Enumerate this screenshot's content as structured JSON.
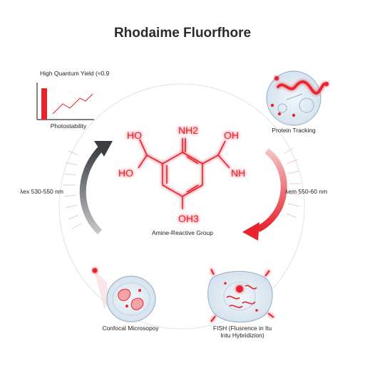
{
  "title": "Rhodaime Fluorfhore",
  "quantum": {
    "label": "High Quantum Yield (≈0.9",
    "caption": "Photostability"
  },
  "protein_tracking": "Protein Tracking",
  "excitation": "λex 530-550 nm",
  "emission": "λem 550-60 nm",
  "molecule": {
    "ho_top_left": "HO",
    "ho_left": "HO",
    "nh2_top": "NH2",
    "oh_top_right": "OH",
    "nh_right": "NH",
    "oh3_bottom": "OH3",
    "reactive_group": "Amine-Reactive Group"
  },
  "confocal": "Confocal Microsopoy",
  "fish": {
    "line1": "FISH (Flusrence in ltu",
    "line2": "Intu Hybridizion)"
  },
  "colors": {
    "accent": "#e8232e",
    "dark_arrow": "#3a3d42",
    "ring": "#c9d9e6"
  }
}
